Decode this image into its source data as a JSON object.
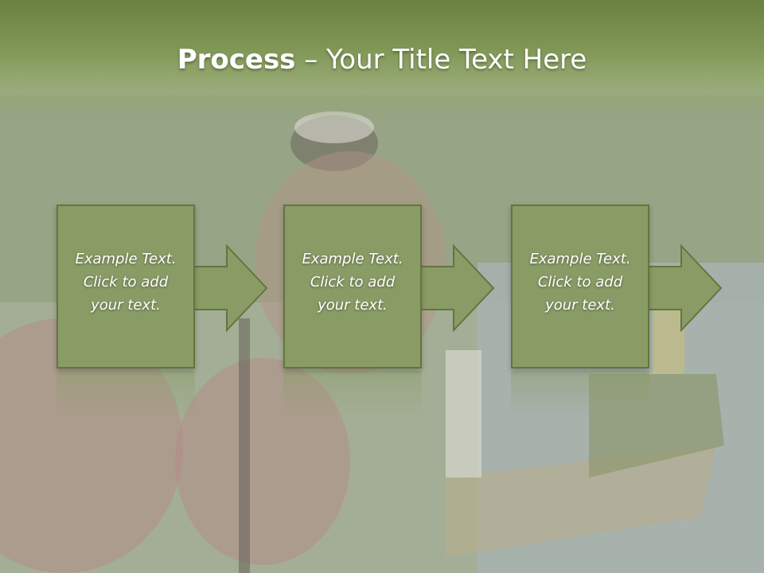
{
  "title": {
    "bold": "Process",
    "rest": " – Your Title Text Here"
  },
  "steps": [
    {
      "text": "Example Text.\nClick  to add\nyour text."
    },
    {
      "text": "Example Text.\nClick  to add\nyour text."
    },
    {
      "text": "Example Text.\nClick  to add\nyour text."
    }
  ],
  "colors": {
    "title_bar": "#7f9654",
    "box_fill": "#8a9c66",
    "box_border": "#647540",
    "text": "#ffffff"
  },
  "icons": [
    "right-arrow-icon"
  ]
}
